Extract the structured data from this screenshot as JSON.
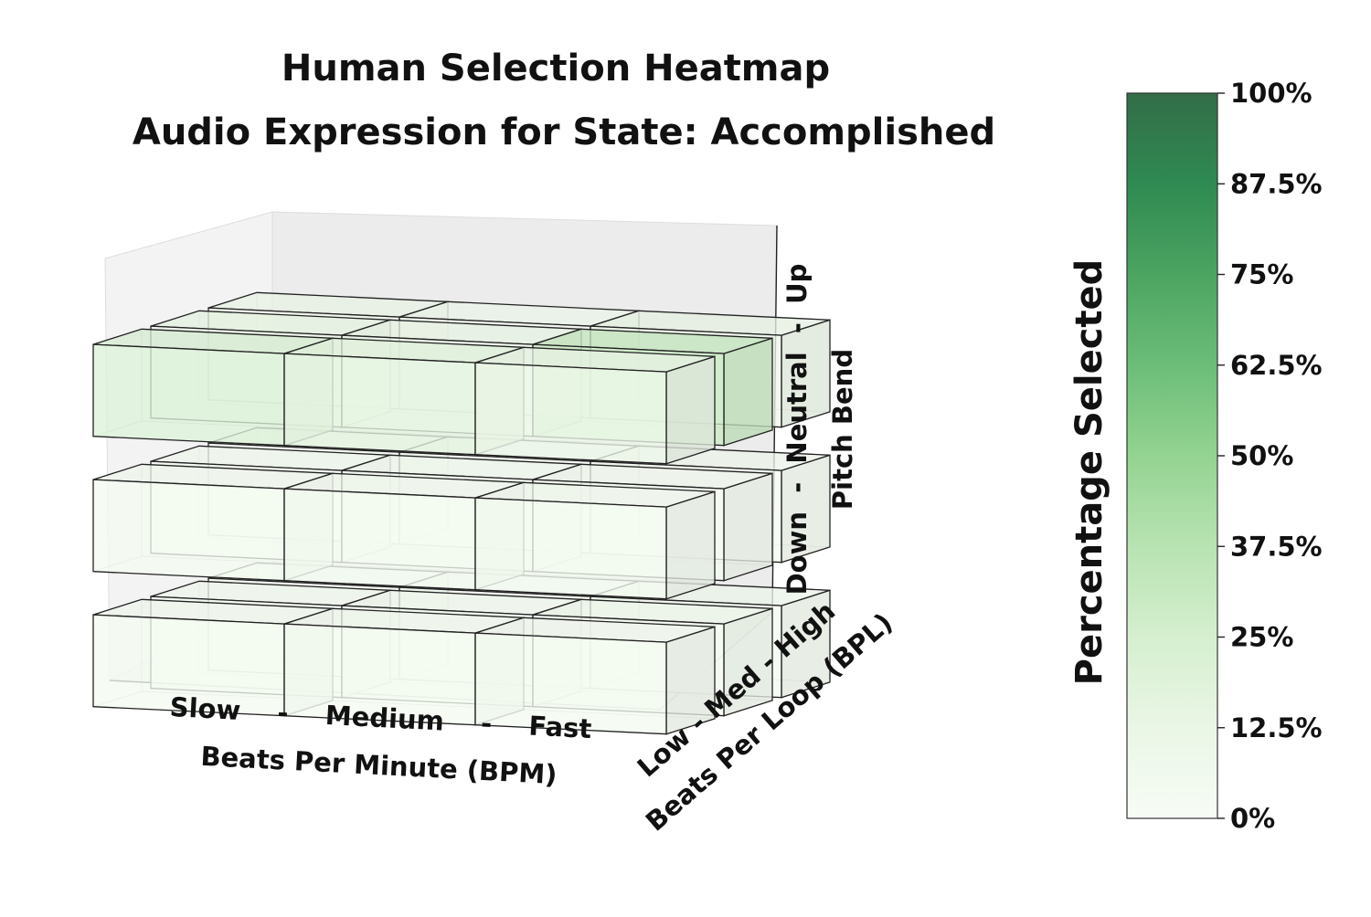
{
  "chart_data": {
    "type": "heatmap",
    "title": "Human Selection Heatmap",
    "subtitle": "Audio Expression for State: Accomplished",
    "x_axis": {
      "label": "Beats Per Minute (BPM)",
      "ticks": "Slow    -    Medium    -    Fast",
      "categories": [
        "Slow",
        "Medium",
        "Fast"
      ]
    },
    "depth_axis": {
      "label": "Beats Per Loop (BPL)",
      "ticks": "Low - Med - High",
      "categories": [
        "Low",
        "Med",
        "High"
      ]
    },
    "z_axis": {
      "label": "Pitch Bend",
      "ticks": "Down  -  Neutral  -  Up",
      "categories": [
        "Down",
        "Neutral",
        "Up"
      ]
    },
    "colorbar": {
      "label": "Percentage Selected",
      "min": 0,
      "max": 100,
      "ticks": [
        "0%",
        "12.5%",
        "25%",
        "37.5%",
        "50%",
        "62.5%",
        "75%",
        "87.5%",
        "100%"
      ]
    },
    "value_unit": "percent",
    "values_note_order": "values[pitch][bpm][bpl]",
    "values": [
      [
        [
          3,
          3,
          3
        ],
        [
          3,
          3,
          3
        ],
        [
          3,
          4,
          5
        ]
      ],
      [
        [
          3,
          3,
          3
        ],
        [
          3,
          3,
          3
        ],
        [
          3,
          3,
          4
        ]
      ],
      [
        [
          20,
          12,
          8
        ],
        [
          15,
          10,
          5
        ],
        [
          10,
          30,
          10
        ]
      ]
    ],
    "colors": {
      "low": "#f7fcf5",
      "high": "#2f6f47"
    }
  }
}
